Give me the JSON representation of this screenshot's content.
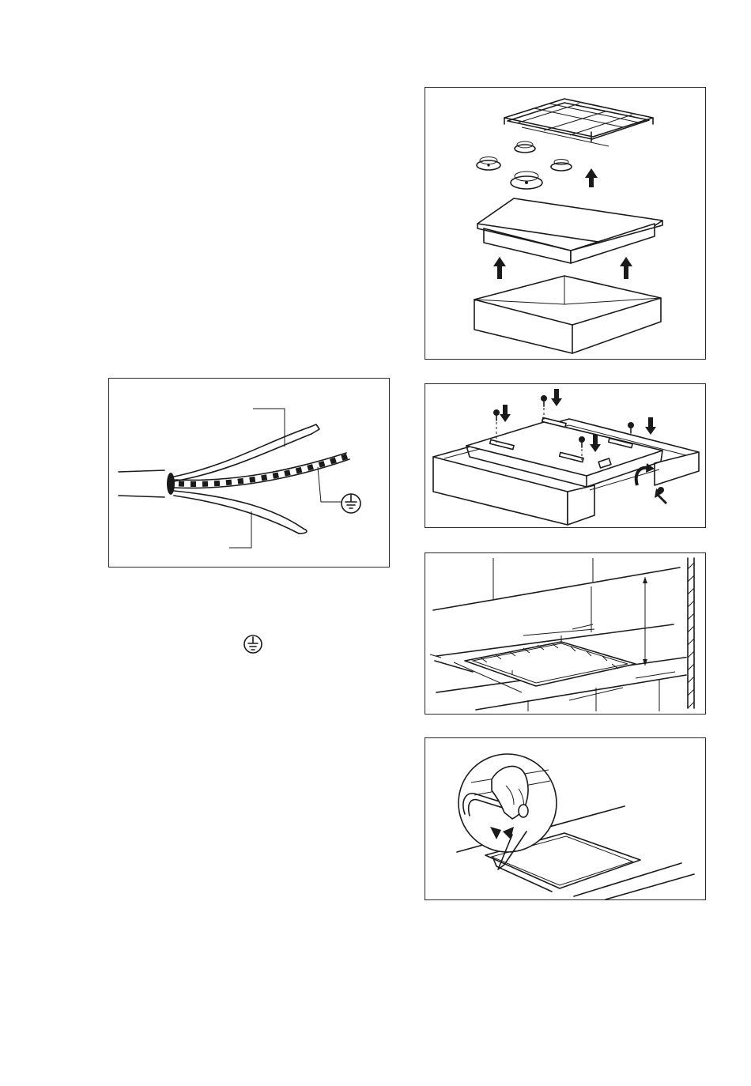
{
  "figures": {
    "disassembly": {
      "icon": "hob-disassembly-illustration"
    },
    "cable": {
      "icon": "supply-cable-illustration",
      "earth_symbol": "earth-ground-symbol"
    },
    "fixing": {
      "icon": "bracket-fixing-illustration"
    },
    "cutout": {
      "icon": "worktop-cutout-illustration"
    },
    "seal": {
      "icon": "seal-application-illustration"
    }
  },
  "text": {
    "earth_symbol_inline": "earth-ground-symbol"
  },
  "colors": {
    "line": "#1a1a1a",
    "background": "#ffffff"
  }
}
